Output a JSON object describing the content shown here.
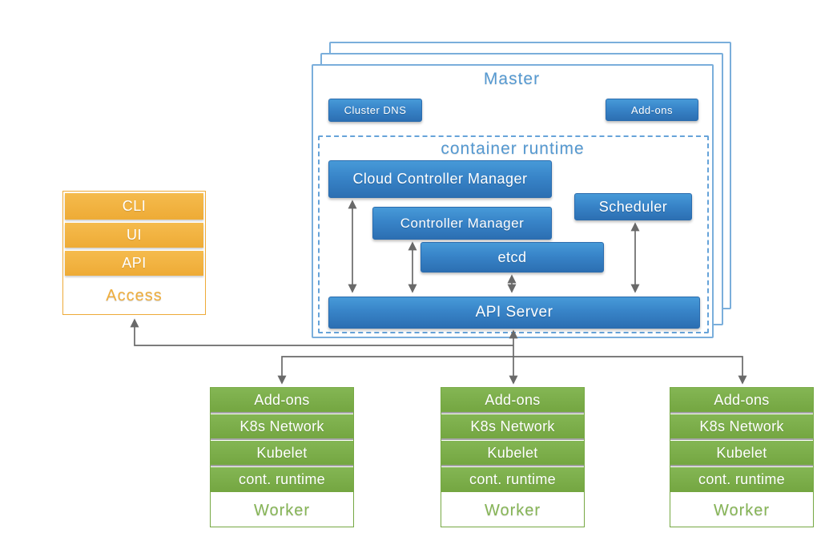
{
  "colors": {
    "component_blue": "#3884c8",
    "outline_blue": "#7aaedb",
    "title_blue": "#5599d1",
    "access_orange": "#f0b23e",
    "worker_green": "#7caf4e",
    "connector_gray": "#696969"
  },
  "master": {
    "title": "Master",
    "badges": [
      {
        "label": "Cluster DNS"
      },
      {
        "label": "Add-ons"
      }
    ],
    "runtime": {
      "title": "container runtime",
      "components": {
        "cloud_controller_manager": "Cloud Controller Manager",
        "controller_manager": "Controller Manager",
        "etcd": "etcd",
        "scheduler": "Scheduler",
        "api_server": "API Server"
      }
    }
  },
  "access": {
    "title": "Access",
    "layers": [
      "CLI",
      "UI",
      "API"
    ]
  },
  "workers": [
    {
      "title": "Worker",
      "layers": [
        "Add-ons",
        "K8s Network",
        "Kubelet",
        "cont. runtime"
      ]
    },
    {
      "title": "Worker",
      "layers": [
        "Add-ons",
        "K8s Network",
        "Kubelet",
        "cont. runtime"
      ]
    },
    {
      "title": "Worker",
      "layers": [
        "Add-ons",
        "K8s Network",
        "Kubelet",
        "cont. runtime"
      ]
    }
  ]
}
